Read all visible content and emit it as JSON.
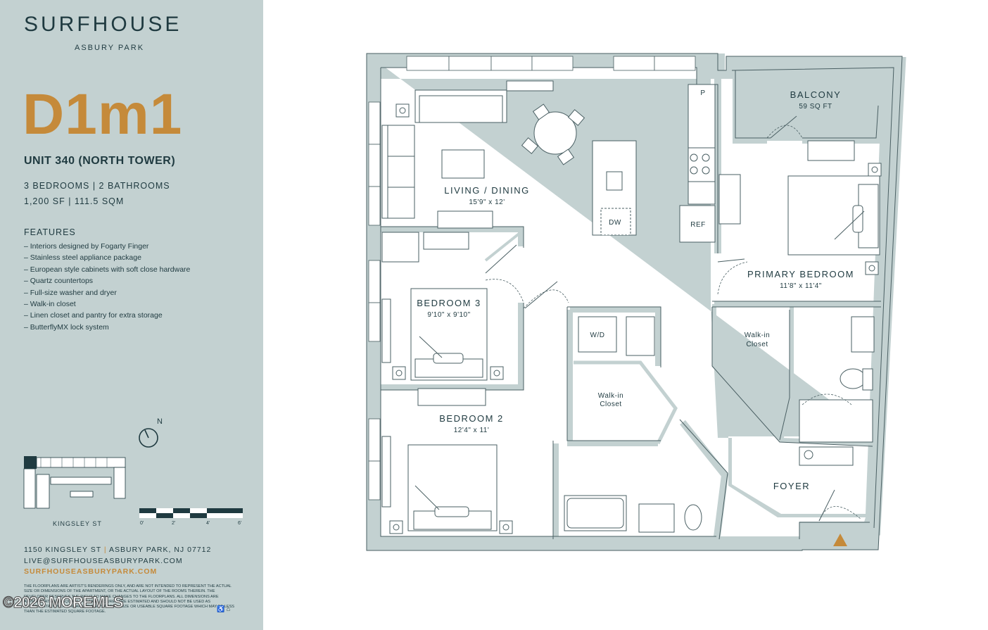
{
  "brand": {
    "name": "SURFHOUSE",
    "location": "ASBURY PARK"
  },
  "plan": {
    "code": "D1m1",
    "unit": "UNIT 340 (NORTH TOWER)",
    "bedbath": "3 BEDROOMS | 2 BATHROOMS",
    "size": "1,200 SF | 111.5 SQM"
  },
  "features": {
    "heading": "FEATURES",
    "items": [
      "– Interiors designed by Fogarty Finger",
      "– Stainless steel appliance package",
      "– European style cabinets with soft close hardware",
      "– Quartz countertops",
      "– Full-size washer and dryer",
      "– Walk-in closet",
      "– Linen closet and pantry for extra storage",
      "– ButterflyMX lock system"
    ]
  },
  "map": {
    "north": "N",
    "street": "KINGSLEY ST",
    "scale_labels": [
      "0'",
      "2'",
      "4'",
      "6'"
    ]
  },
  "contact": {
    "street": "1150 KINGSLEY ST",
    "separator": "|",
    "city": "ASBURY PARK, NJ 07712",
    "email": "LIVE@SURFHOUSEASBURYPARK.COM",
    "web": "SURFHOUSEASBURYPARK.COM"
  },
  "disclaimer": "THE FLOORPLANS ARE ARTIST'S RENDERINGS ONLY, AND ARE NOT INTENDED TO REPRESENT THE ACTUAL SIZE OR DIMENSIONS OF THE APARTMENT, OR THE ACTUAL LAYOUT OF THE ROOMS THEREIN. THE DEVELOPER RESERVES THE RIGHT TO MAKE CHANGES TO THE FLOORPLANS. ALL DIMENSIONS ARE APPROXIMATE AND SQUARE FOOTAGE FIGURES ARE ESTIMATED AND SHOULD NOT BE USED AS REPRESENTATION OF THE APARTMENT'S ACTUAL SIZE OR USEABLE SQUARE FOOTAGE WHICH MAY BE LESS THAN THE ESTIMATED SQUARE FOOTAGE.",
  "watermark": "©2026 MOREMLS",
  "rooms": {
    "balcony": "BALCONY",
    "balcony_area": "59 SQ FT",
    "living": "LIVING / DINING",
    "living_dim": "15'9\" x 12'",
    "primary": "PRIMARY BEDROOM",
    "primary_dim": "11'8\" x 11'4\"",
    "bed3": "BEDROOM 3",
    "bed3_dim": "9'10\" x 9'10\"",
    "bed2": "BEDROOM 2",
    "bed2_dim": "12'4\" x 11'",
    "foyer": "FOYER",
    "walkin1_a": "Walk-in",
    "walkin1_b": "Closet",
    "walkin2_a": "Walk-in",
    "walkin2_b": "Closet",
    "wd": "W/D",
    "dw": "DW",
    "ref": "REF",
    "pantry": "P"
  },
  "colors": {
    "wall": "#c3d1d1",
    "ink": "#1f3a40",
    "accent": "#c58a3a"
  }
}
